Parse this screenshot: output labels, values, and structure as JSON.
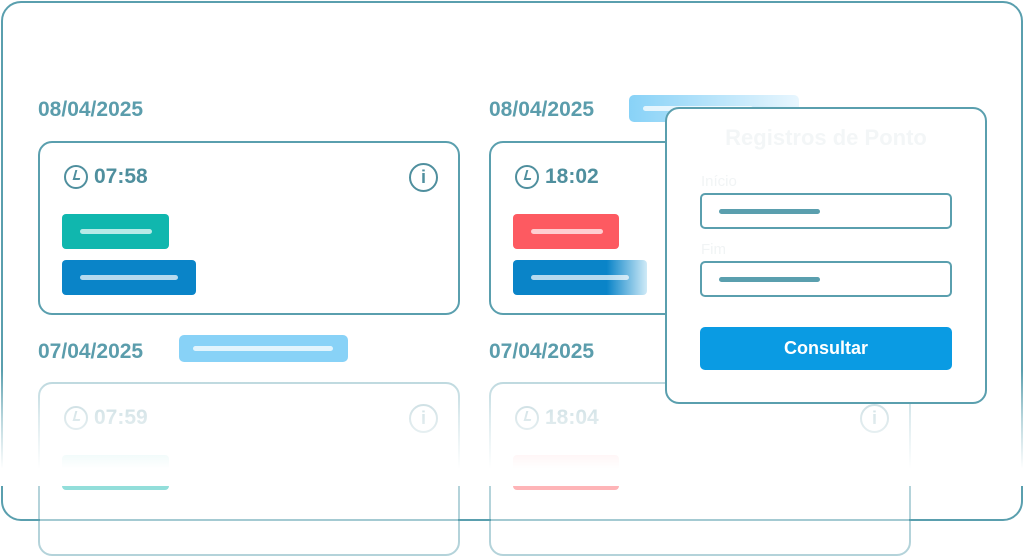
{
  "groups": [
    {
      "date": "08/04/2025",
      "card": {
        "time": "07:58"
      }
    },
    {
      "date": "08/04/2025",
      "card": {
        "time": "18:02"
      }
    },
    {
      "date": "07/04/2025",
      "card": {
        "time": "07:59"
      }
    },
    {
      "date": "07/04/2025",
      "card": {
        "time": "18:04"
      }
    }
  ],
  "info_glyph": "i",
  "modal": {
    "title": "Registros de Ponto",
    "start_label": "Início",
    "end_label": "Fim",
    "submit_label": "Consultar"
  },
  "colors": {
    "accent": "#0a9be3",
    "teal": "#5a9fae",
    "green": "#10b7ae",
    "red": "#fd5a61",
    "blue": "#0a84c8"
  }
}
